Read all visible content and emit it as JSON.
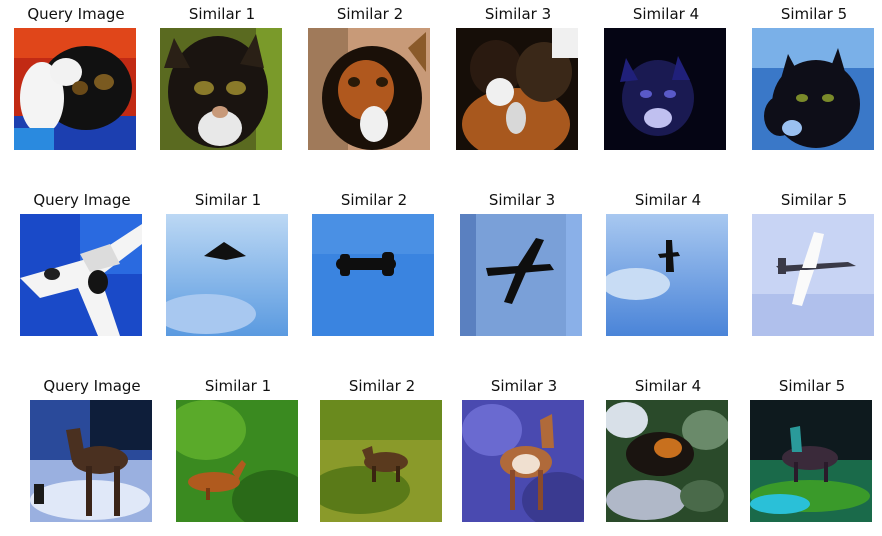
{
  "rows": [
    {
      "cells": [
        {
          "caption": "Query Image",
          "thumb_icon": "cat-photo"
        },
        {
          "caption": "Similar 1",
          "thumb_icon": "cat-photo"
        },
        {
          "caption": "Similar 2",
          "thumb_icon": "cat-photo"
        },
        {
          "caption": "Similar 3",
          "thumb_icon": "cat-photo"
        },
        {
          "caption": "Similar 4",
          "thumb_icon": "cat-photo"
        },
        {
          "caption": "Similar 5",
          "thumb_icon": "cat-photo"
        }
      ]
    },
    {
      "cells": [
        {
          "caption": "Query Image",
          "thumb_icon": "airplane-photo"
        },
        {
          "caption": "Similar 1",
          "thumb_icon": "airplane-photo"
        },
        {
          "caption": "Similar 2",
          "thumb_icon": "airplane-photo"
        },
        {
          "caption": "Similar 3",
          "thumb_icon": "airplane-photo"
        },
        {
          "caption": "Similar 4",
          "thumb_icon": "airplane-photo"
        },
        {
          "caption": "Similar 5",
          "thumb_icon": "airplane-photo"
        }
      ]
    },
    {
      "cells": [
        {
          "caption": "Query Image",
          "thumb_icon": "deer-photo"
        },
        {
          "caption": "Similar 1",
          "thumb_icon": "deer-photo"
        },
        {
          "caption": "Similar 2",
          "thumb_icon": "deer-photo"
        },
        {
          "caption": "Similar 3",
          "thumb_icon": "deer-photo"
        },
        {
          "caption": "Similar 4",
          "thumb_icon": "deer-photo"
        },
        {
          "caption": "Similar 5",
          "thumb_icon": "deer-photo"
        }
      ]
    }
  ]
}
